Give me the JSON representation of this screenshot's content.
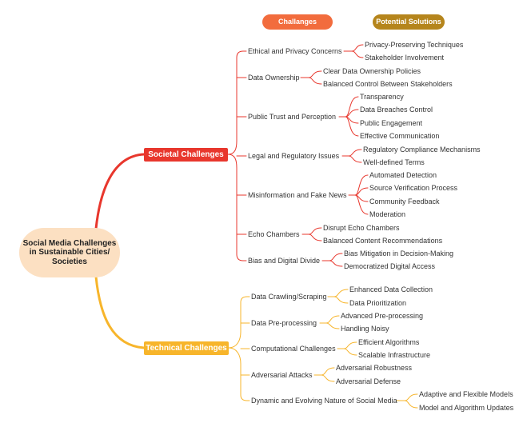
{
  "legend": {
    "challenges": "Challanges",
    "solutions": "Potential Solutions"
  },
  "root": {
    "label": "Social Media Challenges in Sustainable Cities/ Societies"
  },
  "colors": {
    "societal": "#e8372d",
    "technical": "#f7b52b",
    "challenges_pill": "#f26c3d",
    "solutions_pill": "#b5851c",
    "root_fill": "#fce0c2"
  },
  "branches": [
    {
      "label": "Societal Challenges",
      "challenges": [
        {
          "label": "Ethical and Privacy Concerns",
          "solutions": [
            "Privacy-Preserving Techniques",
            "Stakeholder Involvement"
          ]
        },
        {
          "label": "Data Ownership",
          "solutions": [
            "Clear Data Ownership Policies",
            "Balanced Control Between Stakeholders"
          ]
        },
        {
          "label": "Public Trust and Perception",
          "solutions": [
            "Transparency",
            "Data Breaches Control",
            "Public Engagement",
            "Effective Communication"
          ]
        },
        {
          "label": "Legal and Regulatory Issues",
          "solutions": [
            "Regulatory Compliance Mechanisms",
            "Well-defined Terms"
          ]
        },
        {
          "label": "Misinformation and Fake News",
          "solutions": [
            "Automated Detection",
            "Source Verification Process",
            "Community Feedback",
            "Moderation"
          ]
        },
        {
          "label": "Echo Chambers",
          "solutions": [
            "Disrupt Echo Chambers",
            "Balanced Content Recommendations"
          ]
        },
        {
          "label": "Bias and Digital Divide",
          "solutions": [
            "Bias Mitigation in Decision-Making",
            "Democratized Digital Access"
          ]
        }
      ]
    },
    {
      "label": "Technical Challenges",
      "challenges": [
        {
          "label": "Data Crawling/Scraping",
          "solutions": [
            "Enhanced Data Collection",
            "Data Prioritization"
          ]
        },
        {
          "label": "Data Pre-processing",
          "solutions": [
            "Advanced Pre-processing",
            "Handling Noisy"
          ]
        },
        {
          "label": "Computational Challenges",
          "solutions": [
            "Efficient Algorithms",
            "Scalable Infrastructure"
          ]
        },
        {
          "label": "Adversarial Attacks",
          "solutions": [
            "Adversarial Robustness",
            "Adversarial Defense"
          ]
        },
        {
          "label": "Dynamic and Evolving Nature of Social Media",
          "solutions": [
            "Adaptive and Flexible Models",
            "Model and Algorithm Updates"
          ]
        }
      ]
    }
  ]
}
